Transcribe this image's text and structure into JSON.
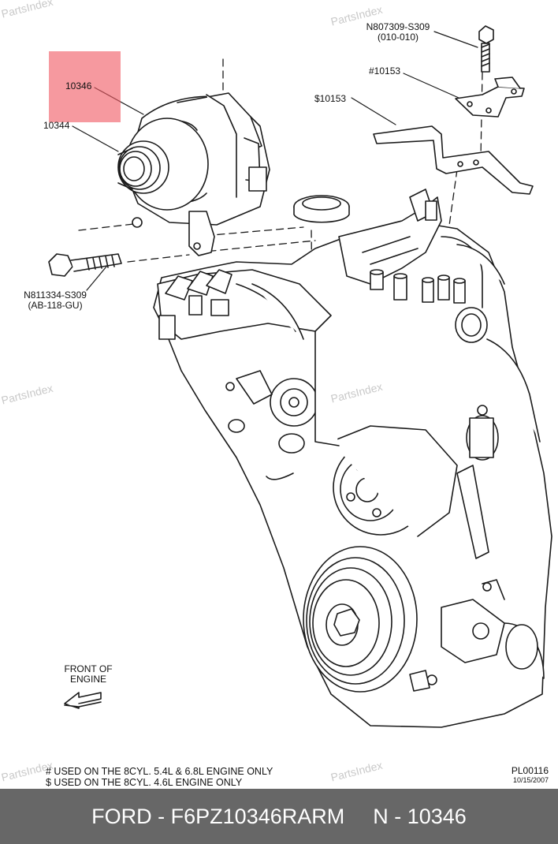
{
  "watermark": "PartsIndex",
  "callouts": {
    "alternator": "10346",
    "pulley": "10344",
    "bolt_top": "N807309-S309",
    "bolt_top_code": "(010-010)",
    "bracket_hash": "#10153",
    "bracket_dollar": "$10153",
    "bolt_side": "N811334-S309",
    "bolt_side_code": "(AB-118-GU)"
  },
  "front_label": [
    "FRONT OF",
    "ENGINE"
  ],
  "notes": [
    "#  USED ON THE 8CYL. 5.4L & 6.8L ENGINE ONLY",
    "$  USED ON THE 8CYL. 4.6L ENGINE ONLY"
  ],
  "illustration_code": "PL00116",
  "illustration_date": "10/15/2007",
  "footer": {
    "part_number": "FORD - F6PZ10346RARM",
    "reference": "N - 10346"
  },
  "colors": {
    "highlight": "#f05a64",
    "footer_bg": "#676767",
    "watermark": "#c9c9c9"
  }
}
